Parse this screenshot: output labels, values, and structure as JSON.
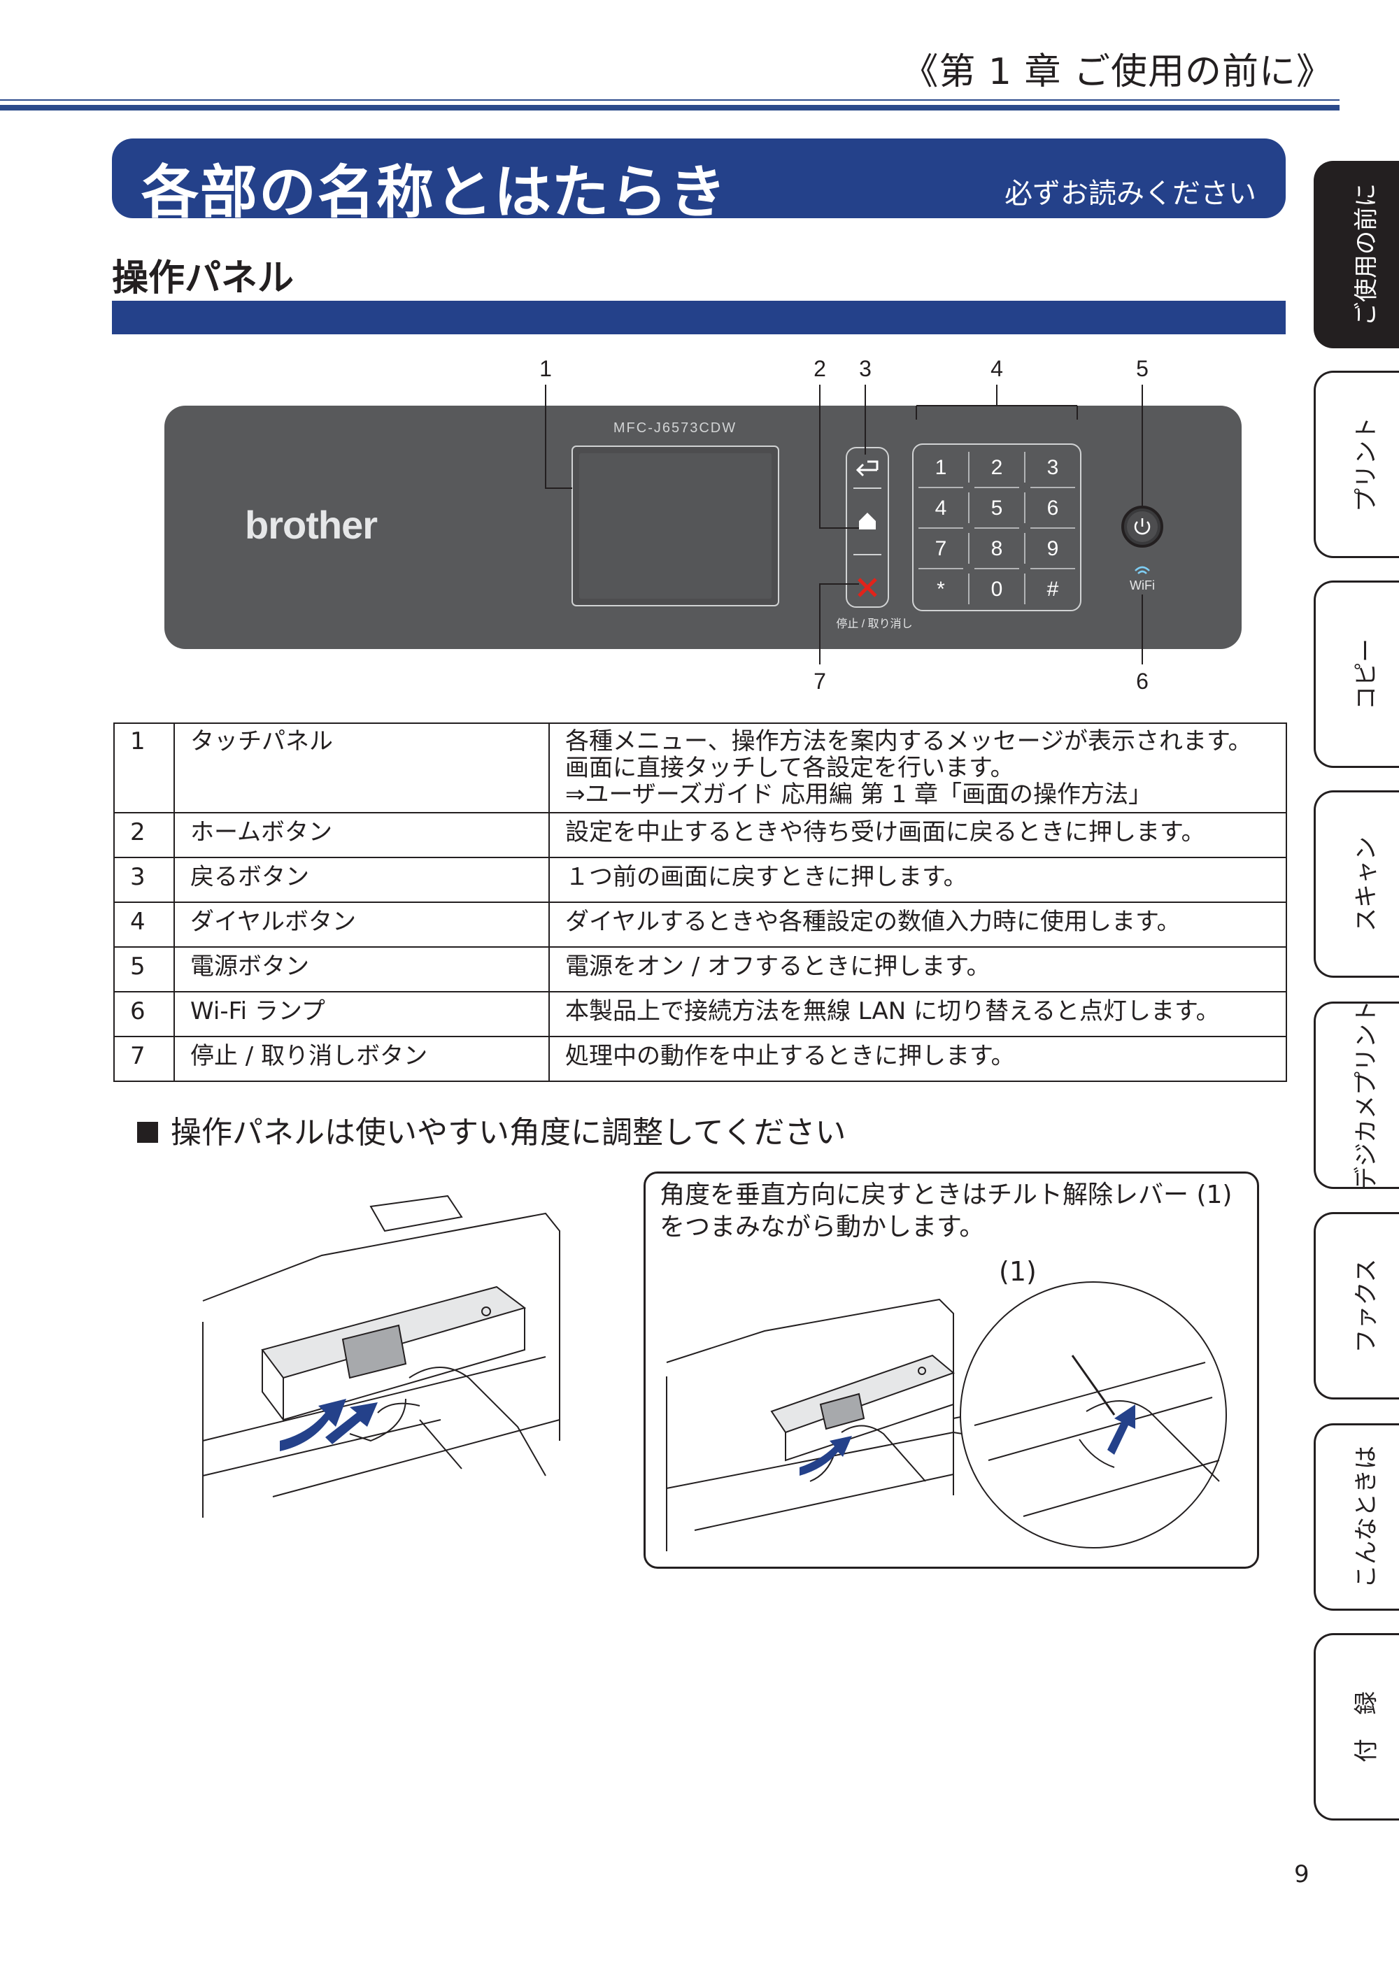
{
  "header": {
    "chapter": "《第 1 章 ご使用の前に》"
  },
  "banner": {
    "title": "各部の名称とはたらき",
    "note": "必ずお読みください"
  },
  "section": {
    "title": "操作パネル"
  },
  "side_tabs": [
    {
      "label": "ご使用の前に",
      "active": true
    },
    {
      "label": "プリント",
      "active": false
    },
    {
      "label": "コピー",
      "active": false
    },
    {
      "label": "スキャン",
      "active": false
    },
    {
      "label": "デジカメプリント",
      "active": false
    },
    {
      "label": "ファクス",
      "active": false
    },
    {
      "label": "こんなときは",
      "active": false
    },
    {
      "label": "付　録",
      "active": false
    }
  ],
  "panel": {
    "brand": "brother",
    "model": "MFC-J6573CDW",
    "keypad": [
      "1",
      "2",
      "3",
      "4",
      "5",
      "6",
      "7",
      "8",
      "9",
      "*",
      "0",
      "#"
    ],
    "stop_label": "停止 / 取り消し",
    "wifi_label": "WiFi",
    "callouts": [
      "1",
      "2",
      "3",
      "4",
      "5",
      "6",
      "7"
    ]
  },
  "parts": [
    {
      "num": "1",
      "name": "タッチパネル",
      "desc": [
        "各種メニュー、操作方法を案内するメッセージが表示されます。",
        "画面に直接タッチして各設定を行います。",
        "⇒ユーザーズガイド 応用編 第 1 章「画面の操作方法」"
      ]
    },
    {
      "num": "2",
      "name": "ホームボタン",
      "desc": [
        "設定を中止するときや待ち受け画面に戻るときに押します。"
      ]
    },
    {
      "num": "3",
      "name": "戻るボタン",
      "desc": [
        "１つ前の画面に戻すときに押します。"
      ]
    },
    {
      "num": "4",
      "name": "ダイヤルボタン",
      "desc": [
        "ダイヤルするときや各種設定の数値入力時に使用します。"
      ]
    },
    {
      "num": "5",
      "name": "電源ボタン",
      "desc": [
        "電源をオン / オフするときに押します。"
      ]
    },
    {
      "num": "6",
      "name": "Wi-Fi ランプ",
      "desc": [
        "本製品上で接続方法を無線 LAN に切り替えると点灯します。"
      ]
    },
    {
      "num": "7",
      "name": "停止 / 取り消しボタン",
      "desc": [
        "処理中の動作を中止するときに押します。"
      ]
    }
  ],
  "subheading": "操作パネルは使いやすい角度に調整してください",
  "note": {
    "lines": [
      "角度を垂直方向に戻すときはチルト解除レバー (1)",
      "をつまみながら動かします。"
    ],
    "callout": "(1)"
  },
  "page_number": "9",
  "colors": {
    "accent": "#24418a",
    "panel": "#58595b",
    "stop": "#e2231a"
  }
}
